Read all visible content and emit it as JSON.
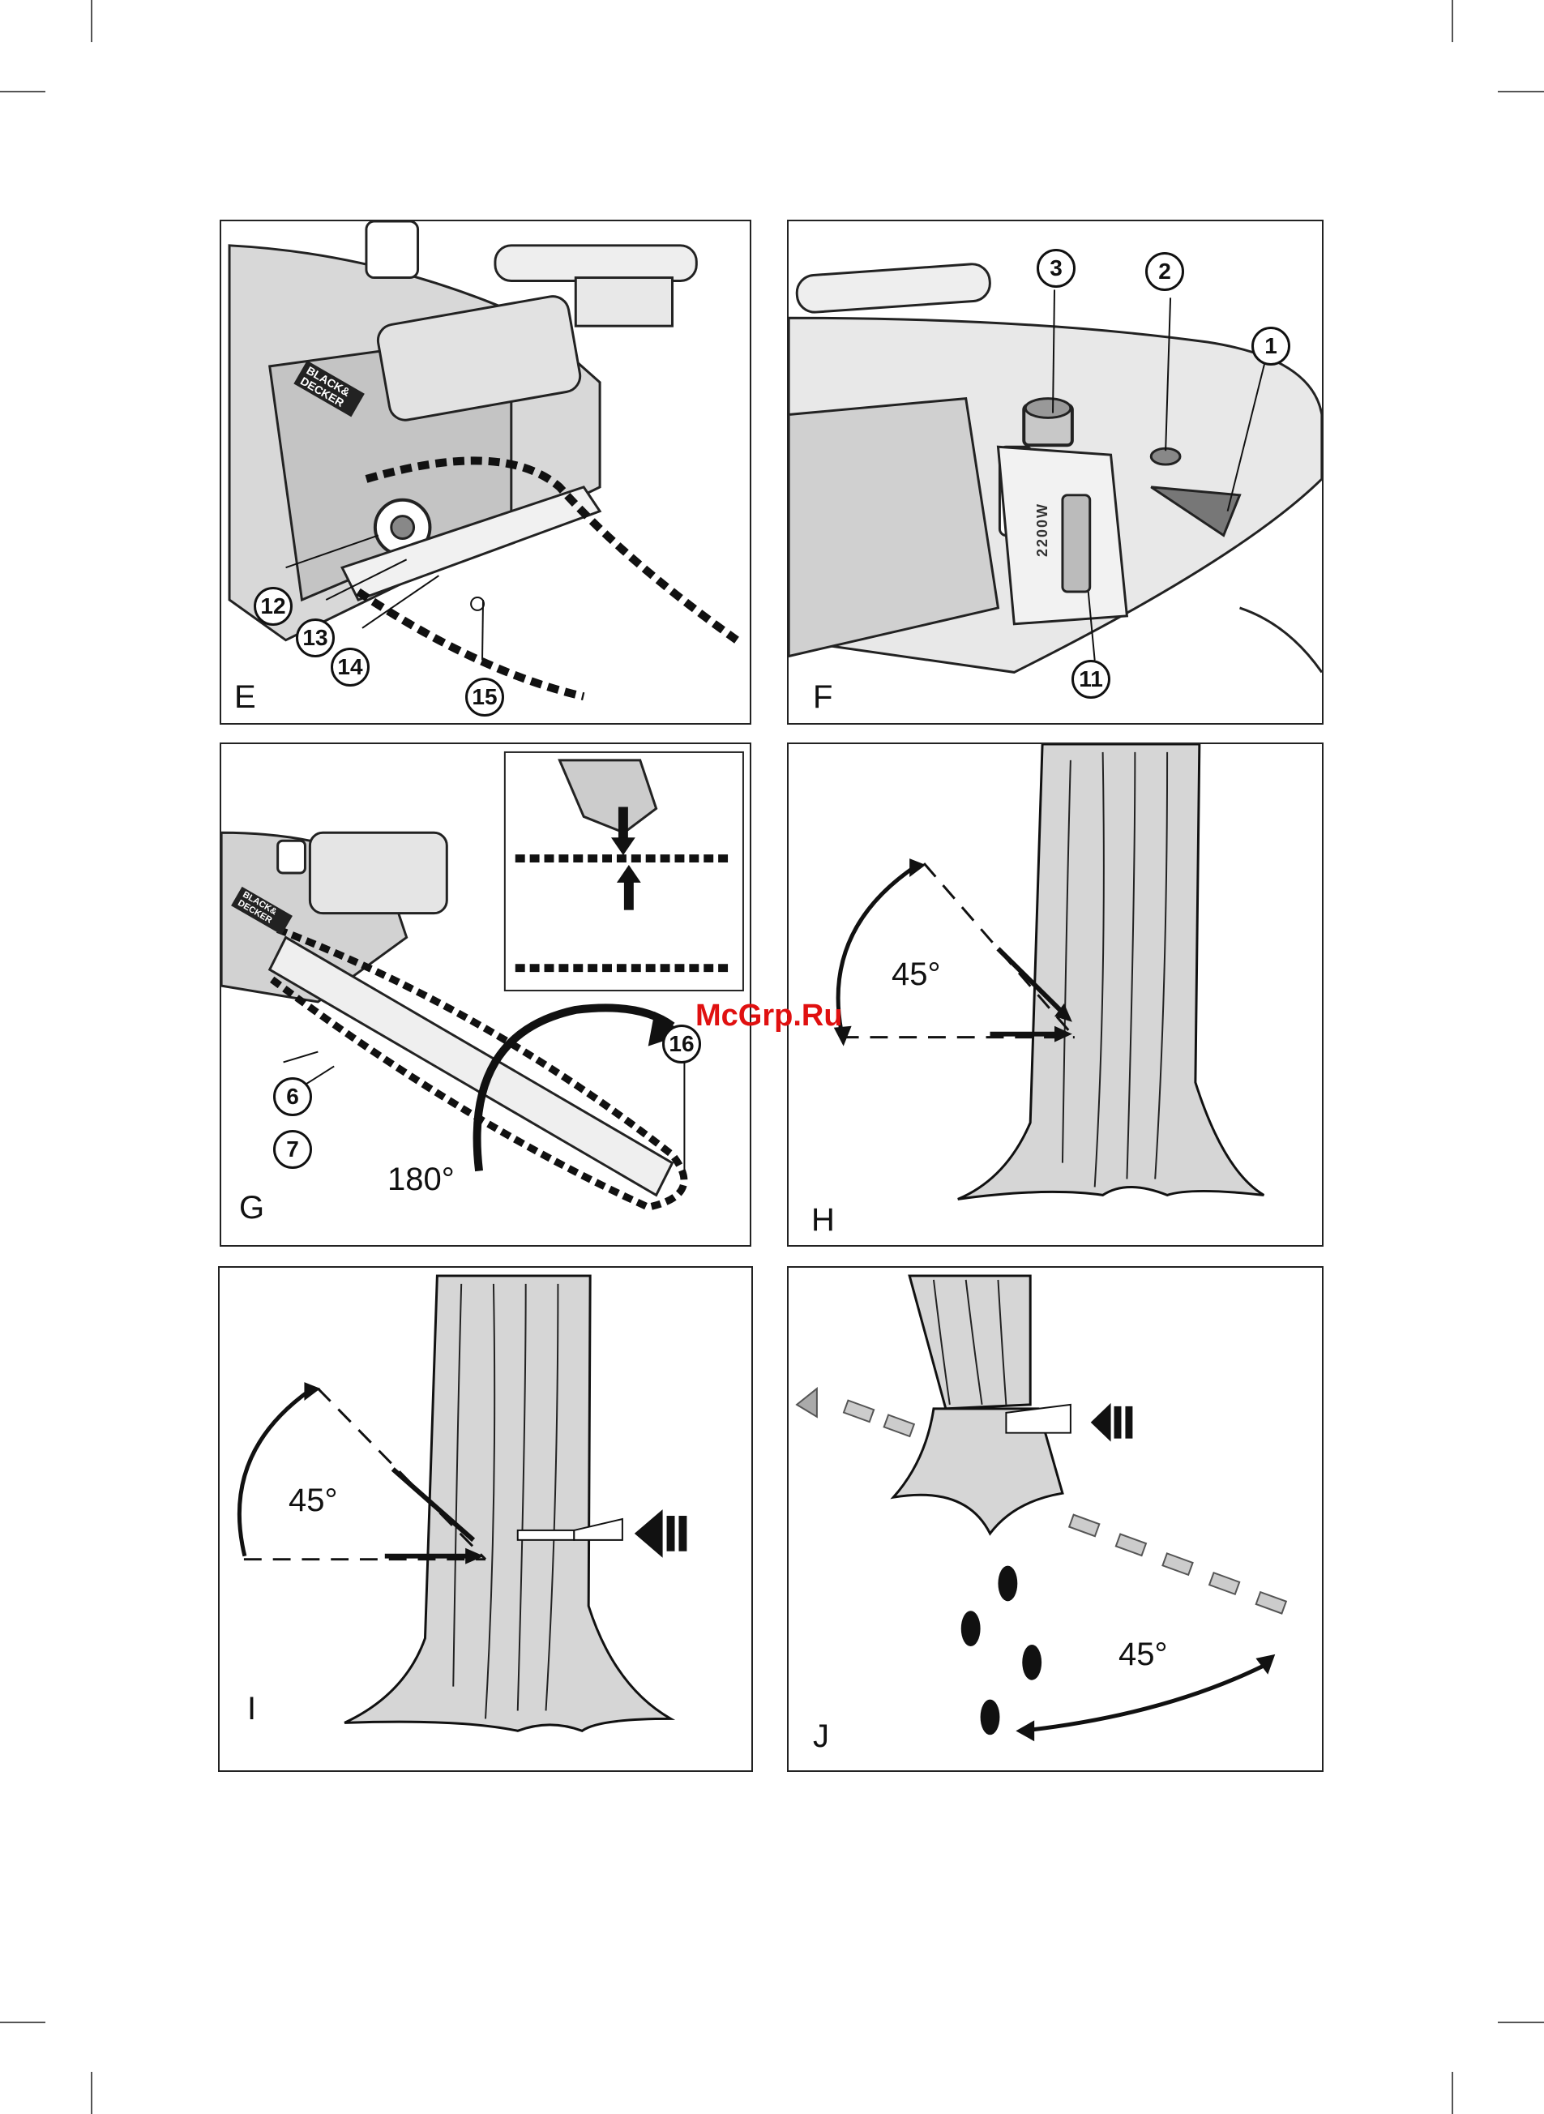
{
  "watermark": "McGrp.Ru",
  "panels": {
    "E": {
      "letter": "E",
      "callouts": [
        "12",
        "13",
        "14",
        "15"
      ],
      "logo": "BLACK& DECKER"
    },
    "F": {
      "letter": "F",
      "callouts": [
        "3",
        "2",
        "1",
        "11"
      ],
      "badge": "2200W"
    },
    "G": {
      "letter": "G",
      "callouts": [
        "6",
        "7",
        "16"
      ],
      "angle": "180°",
      "logo": "BLACK& DECKER"
    },
    "H": {
      "letter": "H",
      "angle": "45°"
    },
    "I": {
      "letter": "I",
      "angle": "45°"
    },
    "J": {
      "letter": "J",
      "angle": "45°"
    }
  }
}
